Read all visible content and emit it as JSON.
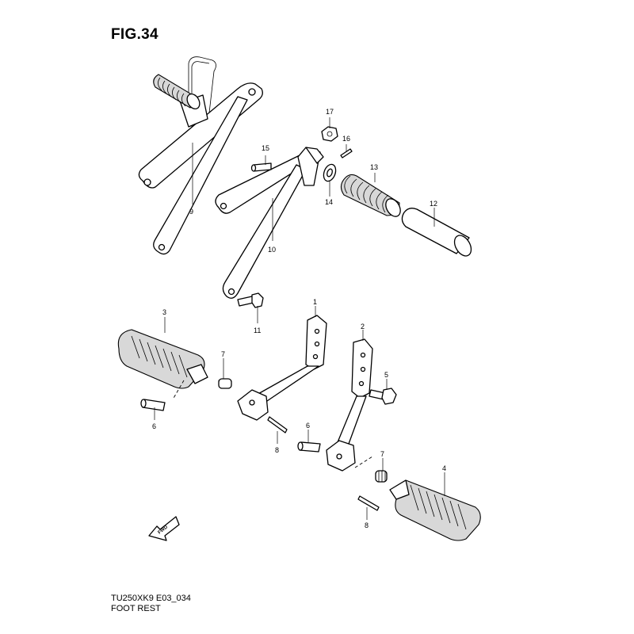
{
  "figure": {
    "title": "FIG.34",
    "code": "TU250XK9 E03_034",
    "name": "FOOT REST",
    "fwd_label": "FWD"
  },
  "callouts": {
    "c1": "1",
    "c2": "2",
    "c3": "3",
    "c4": "4",
    "c5": "5",
    "c6a": "6",
    "c6b": "6",
    "c7a": "7",
    "c7b": "7",
    "c8a": "8",
    "c8b": "8",
    "c9": "9",
    "c10": "10",
    "c11": "11",
    "c12": "12",
    "c13": "13",
    "c14": "14",
    "c15": "15",
    "c16": "16",
    "c17": "17"
  }
}
